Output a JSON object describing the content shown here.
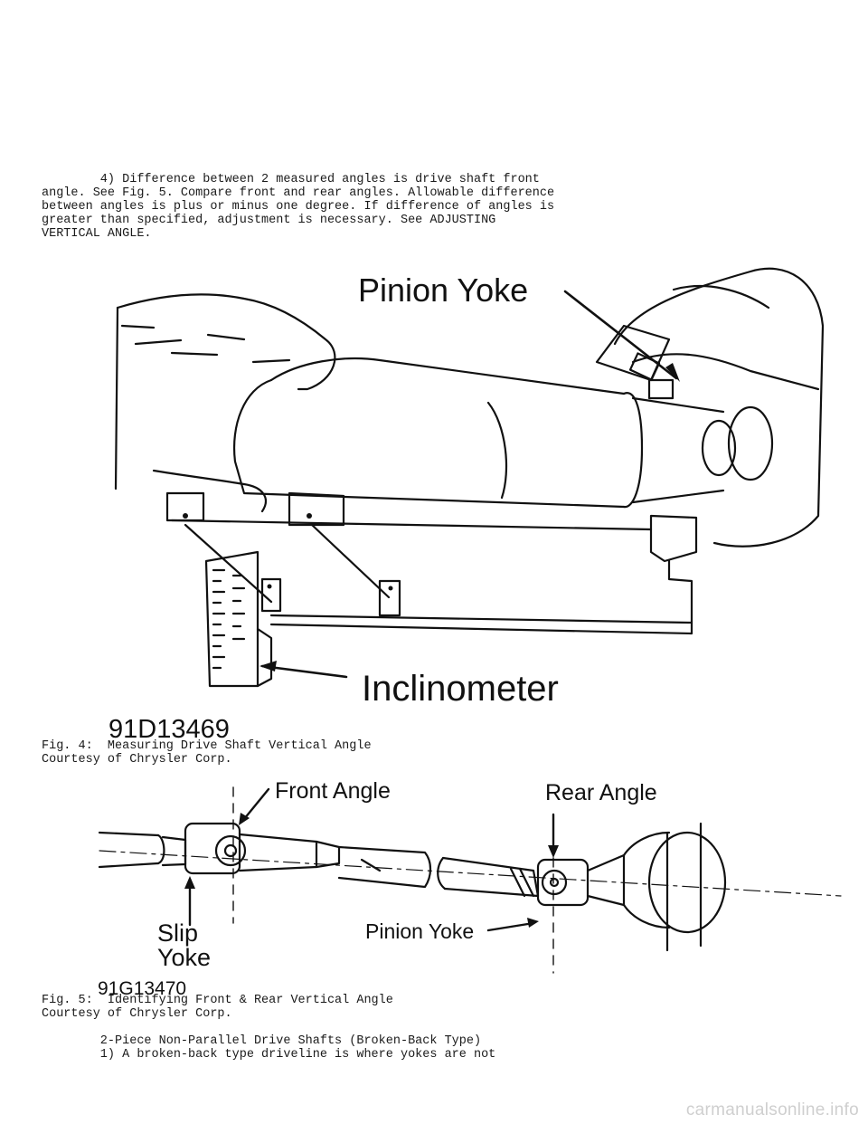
{
  "intro_paragraph": [
    "        4) Difference between 2 measured angles is drive shaft front",
    "angle. See Fig. 5. Compare front and rear angles. Allowable difference",
    "between angles is plus or minus one degree. If difference of angles is",
    "greater than specified, adjustment is necessary. See ADJUSTING",
    "VERTICAL ANGLE."
  ],
  "figure4": {
    "label_pinion_yoke": "Pinion Yoke",
    "label_inclinometer": "Inclinometer",
    "code": "91D13469",
    "caption": "Fig. 4:  Measuring Drive Shaft Vertical Angle",
    "credit": "Courtesy of Chrysler Corp."
  },
  "figure5": {
    "label_front_angle": "Front Angle",
    "label_rear_angle": "Rear Angle",
    "label_slip": "Slip",
    "label_yoke": "Yoke",
    "label_pinion_yoke": "Pinion Yoke",
    "code": "91G13470",
    "caption": "Fig. 5:  Identifying Front & Rear Vertical Angle",
    "credit": "Courtesy of Chrysler Corp."
  },
  "section_heading": "        2-Piece Non-Parallel Drive Shafts (Broken-Back Type)",
  "section_line": "        1) A broken-back type driveline is where yokes are not",
  "watermark": "carmanualsonline.info"
}
